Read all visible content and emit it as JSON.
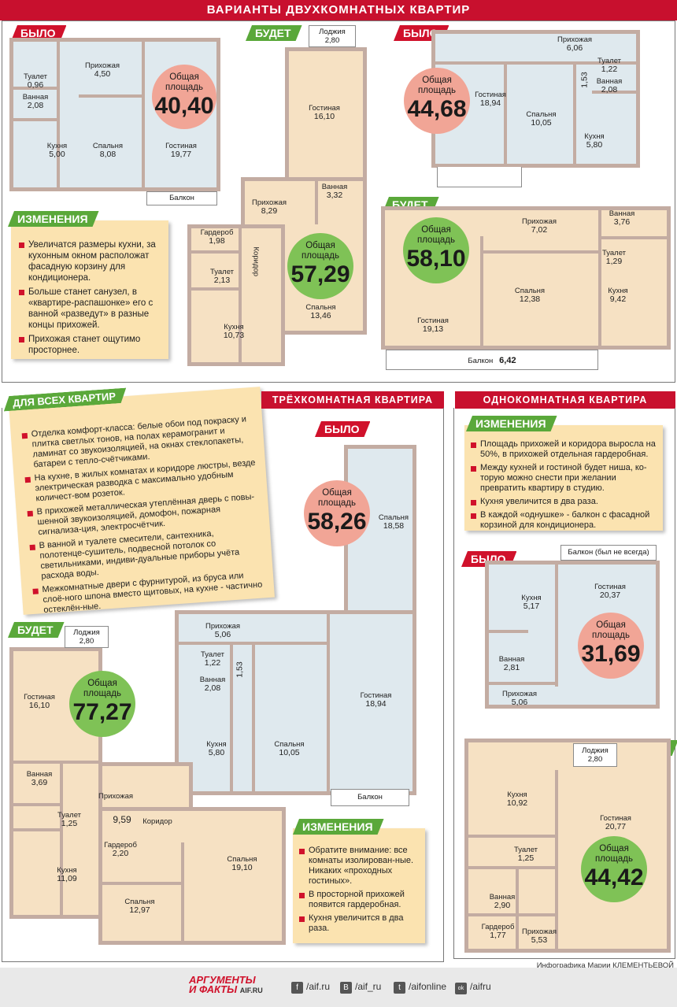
{
  "header": {
    "title": "ВАРИАНТЫ ДВУХКОМНАТНЫХ КВАРТИР"
  },
  "labels": {
    "was": "БЫЛО",
    "will": "БУДЕТ",
    "changes": "ИЗМЕНЕНИЯ",
    "all": "ДЛЯ ВСЕХ КВАРТИР",
    "area": "Общая площадь"
  },
  "sections": {
    "three": "ТРЁХКОМНАТНАЯ КВАРТИРА",
    "one": "ОДНОКОМНАТНАЯ КВАРТИРА"
  },
  "plan_a_was": {
    "area": "40,40",
    "balcony": "Балкон",
    "rooms": [
      {
        "n": "Туалет",
        "v": "0,96"
      },
      {
        "n": "Прихожая",
        "v": "4,50"
      },
      {
        "n": "Ванная",
        "v": "2,08"
      },
      {
        "n": "Кухня",
        "v": "5,00"
      },
      {
        "n": "Спальня",
        "v": "8,08"
      },
      {
        "n": "Гостиная",
        "v": "19,77"
      }
    ]
  },
  "plan_a_will": {
    "area": "57,29",
    "rooms": [
      {
        "n": "Лоджия",
        "v": "2,80"
      },
      {
        "n": "Гостиная",
        "v": "16,10"
      },
      {
        "n": "Прихожая",
        "v": "8,29"
      },
      {
        "n": "Ванная",
        "v": "3,32"
      },
      {
        "n": "Гардероб",
        "v": "1,98"
      },
      {
        "n": "Туалет",
        "v": "2,13"
      },
      {
        "n": "Коридор",
        "v": ""
      },
      {
        "n": "Кухня",
        "v": "10,73"
      },
      {
        "n": "Спальня",
        "v": "13,46"
      }
    ]
  },
  "changes_a": [
    "Увеличатся размеры кухни, за кухонным окном расположат фасадную корзину для кондиционера.",
    "Больше станет санузел, в «квартире-распашонке» его с ванной «разведут» в разные концы прихожей.",
    "Прихожая станет ощутимо просторнее."
  ],
  "plan_b_was": {
    "area": "44,68",
    "rooms": [
      {
        "n": "Прихожая",
        "v": "6,06"
      },
      {
        "n": "Туалет",
        "v": "1,22"
      },
      {
        "n": "Ванная",
        "v": "2,08"
      },
      {
        "n": "",
        "v": "1,53"
      },
      {
        "n": "Гостиная",
        "v": "18,94"
      },
      {
        "n": "Спальня",
        "v": "10,05"
      },
      {
        "n": "Кухня",
        "v": "5,80"
      }
    ]
  },
  "plan_b_will": {
    "area": "58,10",
    "balcony": "Балкон",
    "balcony_v": "6,42",
    "rooms": [
      {
        "n": "Прихожая",
        "v": "7,02"
      },
      {
        "n": "Ванная",
        "v": "3,76"
      },
      {
        "n": "Туалет",
        "v": "1,29"
      },
      {
        "n": "Спальня",
        "v": "12,38"
      },
      {
        "n": "Кухня",
        "v": "9,42"
      },
      {
        "n": "Гостиная",
        "v": "19,13"
      }
    ]
  },
  "all_flats": [
    "Отделка комфорт-класса: белые обои под покраску и плитка светлых тонов, на полах керамогранит и ламинат со звукоизоляцией, на окнах стеклопакеты, батареи с тепло-счётчиками.",
    "На кухне, в жилых комнатах и коридоре люстры, везде электрическая разводка с максимально удобным количест-вом розеток.",
    "В прихожей металлическая утеплённая дверь с повы-шенной звукоизоляцией, домофон, пожарная сигнализа-ция, электросчётчик.",
    "В ванной и туалете смесители, сантехника, полотенце-сушитель, подвесной потолок со светильниками, индиви-дуальные приборы учёта расхода воды.",
    "Межкомнатные двери с фурнитурой, из бруса или слоё-ного шпона вместо щитовых, на кухне - частично остеклён-ные."
  ],
  "three_was": {
    "area": "58,26",
    "balcony": "Балкон",
    "rooms": [
      {
        "n": "Спальня",
        "v": "18,58"
      },
      {
        "n": "Прихожая",
        "v": "5,06"
      },
      {
        "n": "Туалет",
        "v": "1,22"
      },
      {
        "n": "Ванная",
        "v": "2,08"
      },
      {
        "n": "",
        "v": "1,53"
      },
      {
        "n": "Кухня",
        "v": "5,80"
      },
      {
        "n": "Спальня",
        "v": "10,05"
      },
      {
        "n": "Гостиная",
        "v": "18,94"
      }
    ]
  },
  "three_will": {
    "area": "77,27",
    "rooms": [
      {
        "n": "Лоджия",
        "v": "2,80"
      },
      {
        "n": "Гостиная",
        "v": "16,10"
      },
      {
        "n": "Ванная",
        "v": "3,69"
      },
      {
        "n": "Прихожая",
        "v": ""
      },
      {
        "n": "Туалет",
        "v": "1,25"
      },
      {
        "n": "",
        "v": "9,59"
      },
      {
        "n": "Коридор",
        "v": ""
      },
      {
        "n": "Гардероб",
        "v": "2,20"
      },
      {
        "n": "Кухня",
        "v": "11,09"
      },
      {
        "n": "Спальня",
        "v": "19,10"
      },
      {
        "n": "Спальня",
        "v": "12,97"
      }
    ]
  },
  "changes_three": [
    "Обратите внимание: все комнаты изолирован-ные. Никаких «проходных гостиных».",
    "В просторной прихожей появится гардеробная.",
    "Кухня увеличится в два раза."
  ],
  "changes_one": [
    "Площадь прихожей и коридора выросла на 50%, в прихожей отдельная гардеробная.",
    "Между кухней и гостиной будет ниша, ко-торую можно снести при желании превратить квартиру в студию.",
    "Кухня увеличится в два раза.",
    "В каждой «однушке» - балкон с фасадной корзиной для кондиционера."
  ],
  "one_was": {
    "area": "31,69",
    "balcony": "Балкон (был не всегда)",
    "rooms": [
      {
        "n": "Кухня",
        "v": "5,17"
      },
      {
        "n": "Гостиная",
        "v": "20,37"
      },
      {
        "n": "Ванная",
        "v": "2,81"
      },
      {
        "n": "Прихожая",
        "v": "5,06"
      }
    ]
  },
  "one_will": {
    "area": "44,42",
    "rooms": [
      {
        "n": "Лоджия",
        "v": "2,80"
      },
      {
        "n": "Кухня",
        "v": "10,92"
      },
      {
        "n": "Гостиная",
        "v": "20,77"
      },
      {
        "n": "Туалет",
        "v": "1,25"
      },
      {
        "n": "Ванная",
        "v": "2,90"
      },
      {
        "n": "Гардероб",
        "v": "1,77"
      },
      {
        "n": "Прихожая",
        "v": "5,53"
      }
    ]
  },
  "credit": "Инфографика Марии КЛЕМЕНТЬЕВОЙ",
  "footer": {
    "logo_top": "АРГУМЕНТЫ",
    "logo_bottom": "И ФАКТЫ",
    "logo_site": "AIF.RU",
    "social": [
      {
        "icon": "f",
        "text": "/aif.ru"
      },
      {
        "icon": "B",
        "text": "/aif_ru"
      },
      {
        "icon": "t",
        "text": "/aifonline"
      },
      {
        "icon": "ok",
        "text": "/aifru"
      }
    ]
  },
  "colors": {
    "red": "#d0112b",
    "green": "#5aa83a",
    "blue_floor": "#dfe9ee",
    "beige_floor": "#f6e1c3",
    "note": "#fbe3b0"
  }
}
